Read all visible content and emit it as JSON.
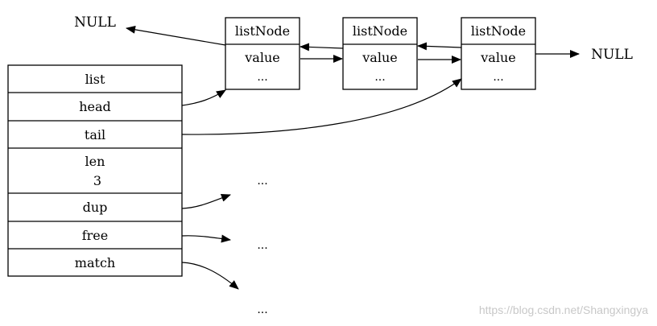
{
  "null_left": "NULL",
  "null_right": "NULL",
  "list": {
    "title": "list",
    "head": "head",
    "tail": "tail",
    "len_label": "len",
    "len_value": "3",
    "dup": "dup",
    "free": "free",
    "match": "match"
  },
  "nodes": [
    {
      "title": "listNode",
      "value": "value",
      "more": "..."
    },
    {
      "title": "listNode",
      "value": "value",
      "more": "..."
    },
    {
      "title": "listNode",
      "value": "value",
      "more": "..."
    }
  ],
  "ellipsis": {
    "dup_target": "...",
    "free_target": "...",
    "match_target": "..."
  },
  "watermark": "https://blog.csdn.net/Shangxingya"
}
